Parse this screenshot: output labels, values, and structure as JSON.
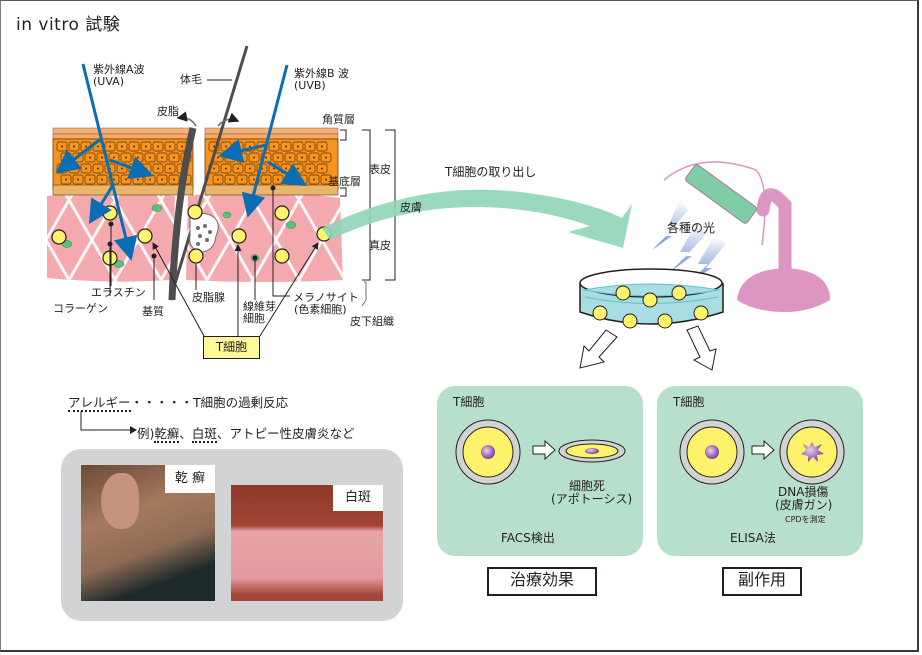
{
  "title": "in vitro 試験",
  "skin_diagram": {
    "uva_label": "紫外線A波",
    "uva_sub": "(UVA)",
    "uvb_label": "紫外線B 波",
    "uvb_sub": "(UVB)",
    "hair_label": "体毛",
    "sebum_label": "皮脂",
    "stratum_corneum_label": "角質層",
    "epidermis_label": "表皮",
    "basal_layer_label": "基底層",
    "skin_label": "皮膚",
    "dermis_label": "真皮",
    "subcutaneous_label": "皮下組織",
    "collagen_label": "コラーゲン",
    "elastin_label": "エラスチン",
    "matrix_label": "基質",
    "sebaceous_gland_label": "皮脂腺",
    "fibroblast_label_1": "線維芽",
    "fibroblast_label_2": "細胞",
    "melanocyte_label": "メラノサイト",
    "melanocyte_sub": "(色素細胞)",
    "tcell_label": "T細胞"
  },
  "extraction": {
    "label": "T細胞の取り出し",
    "light_label": "各種の光"
  },
  "allergy": {
    "term": "アレルギー",
    "dots": "・・・・・",
    "definition": "T細胞の過剰反応",
    "example_prefix": "例)",
    "example_1": "乾癬",
    "sep": "、",
    "example_2": "白斑",
    "example_rest": "、アトピー性皮膚炎など"
  },
  "photos": [
    {
      "tag": "乾 癬",
      "colors": {
        "bg": "#5b4a3c",
        "skin": "#b88770",
        "shirt": "#1e2a2a"
      }
    },
    {
      "tag": "白斑",
      "colors": {
        "bg": "#8f3a2a",
        "patch": "#e6a3a6"
      }
    }
  ],
  "panels": [
    {
      "header": "T細胞",
      "result_1": "細胞死",
      "result_2": "(アポトーシス)",
      "method": "FACS検出",
      "outcome": "治療効果"
    },
    {
      "header": "T細胞",
      "result_1": "DNA損傷",
      "result_2": "(皮膚ガン)",
      "note": "CPDを測定",
      "method": "ELISA法",
      "outcome": "副作用"
    }
  ],
  "colors": {
    "uv_arrow": "#0b6db3",
    "dermis": "#f4a9ae",
    "epidermis_cell": "#f7941d",
    "tcell": "#fff36b",
    "panel_bg": "#b7e0cc",
    "lamp": "#dd95c2",
    "lamp_head": "#7fcca7",
    "dish_liquid": "#a8dde3",
    "extraction_arrow": "#8fd5b7"
  }
}
